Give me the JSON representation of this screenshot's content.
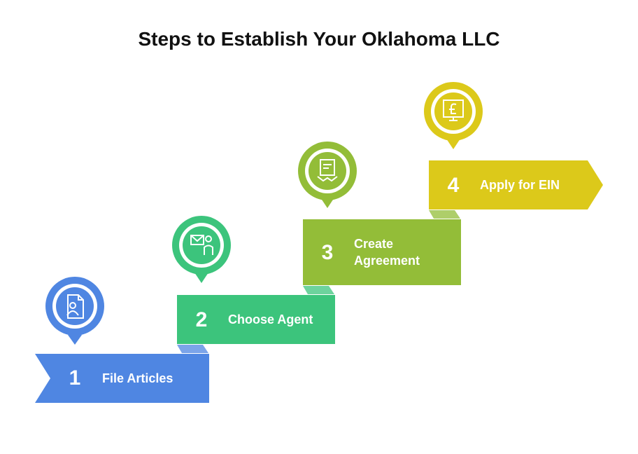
{
  "title": "Steps to Establish Your Oklahoma LLC",
  "steps": [
    {
      "number": "1",
      "label": "File Articles",
      "color": "#4f86e2",
      "icon": "document-person-icon"
    },
    {
      "number": "2",
      "label": "Choose Agent",
      "color": "#3cc47c",
      "icon": "mail-agent-icon"
    },
    {
      "number": "3",
      "label": "Create\nAgreement",
      "color": "#93bd38",
      "icon": "handshake-contract-icon"
    },
    {
      "number": "4",
      "label": "Apply for EIN",
      "color": "#dcc91a",
      "icon": "monitor-pound-icon"
    }
  ]
}
